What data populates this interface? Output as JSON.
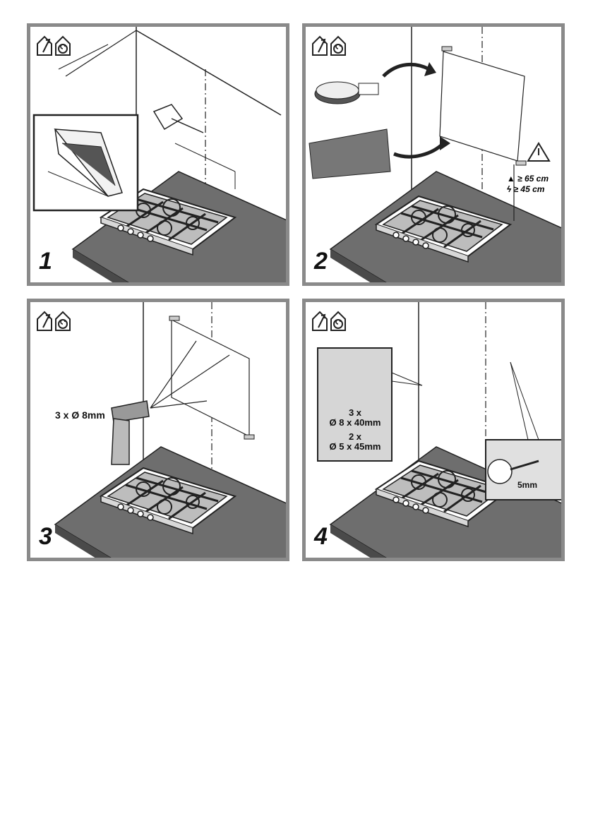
{
  "steps": [
    {
      "number": "1"
    },
    {
      "number": "2",
      "clearance_gas": "≥ 65 cm",
      "clearance_electric": "≥ 45 cm"
    },
    {
      "number": "3",
      "drill_label": "3 x Ø 8mm"
    },
    {
      "number": "4",
      "plug_count": "3 x",
      "plug_size": "Ø 8 x 40mm",
      "screw_count": "2 x",
      "screw_size": "Ø 5 x 45mm",
      "gap_label": "5mm"
    }
  ],
  "icons": [
    "house-exhaust-icon",
    "house-recirculation-icon"
  ]
}
